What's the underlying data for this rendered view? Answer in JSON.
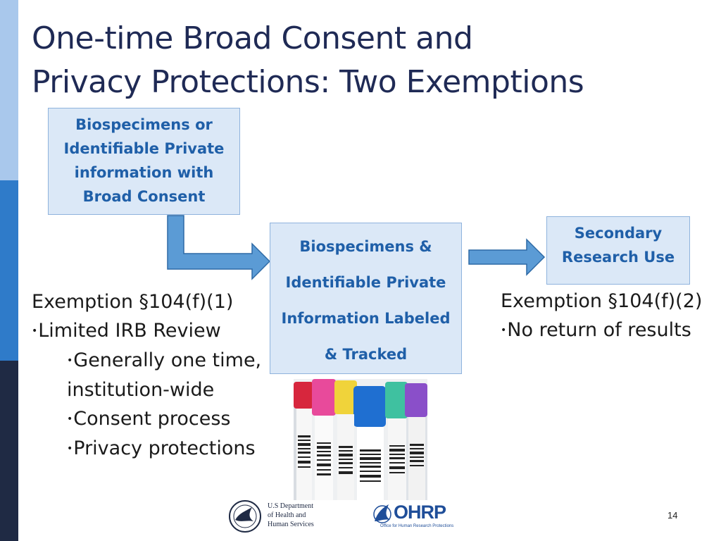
{
  "slide": {
    "title_line1": "One-time Broad Consent and",
    "title_line2": "Privacy Protections: Two Exemptions",
    "page_number": "14"
  },
  "boxes": {
    "source": [
      "Biospecimens or",
      "Identifiable Private",
      "information with",
      "Broad Consent"
    ],
    "middle": [
      "Biospecimens &",
      "Identifiable Private",
      "Information Labeled",
      "& Tracked"
    ],
    "target": [
      "Secondary",
      "Research Use"
    ]
  },
  "exemption_left": {
    "heading": "Exemption §104(f)(1)",
    "item1": "Limited IRB Review",
    "sub1": "Generally one time,",
    "sub1_cont": "institution-wide",
    "sub2": "Consent process",
    "sub3": "Privacy protections"
  },
  "exemption_right": {
    "heading": "Exemption §104(f)(2)",
    "item1": "No return of results"
  },
  "footer": {
    "hhs_line1": "U.S Department",
    "hhs_line2": "of Health and",
    "hhs_line3": "Human Services",
    "ohrp": "OHRP",
    "ohrp_sub": "Office for Human Research Protections"
  },
  "colors": {
    "title": "#1f2a55",
    "box_fill": "#dbe8f7",
    "box_border": "#8fb3dd",
    "box_text": "#1f5fa8",
    "arrow_fill": "#5b9bd5",
    "arrow_stroke": "#2e6aa6",
    "sidebar_light": "#a9c8ec",
    "sidebar_mid": "#2f7bc9",
    "sidebar_dark": "#1f2a44"
  }
}
